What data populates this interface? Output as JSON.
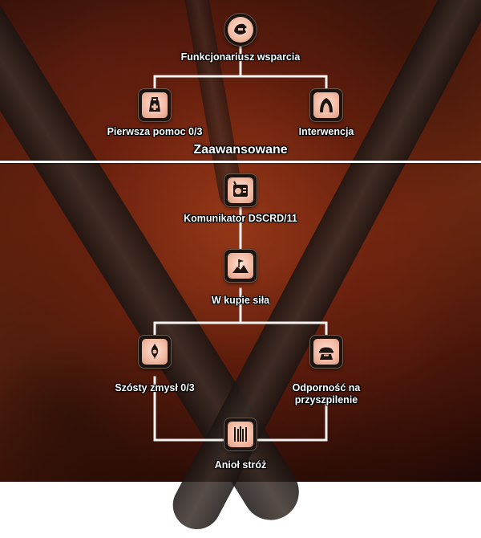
{
  "section_title": "Zaawansowane",
  "skills": {
    "root": {
      "label": "Funkcjonariusz wsparcia",
      "icon": "support-officer-icon"
    },
    "first_aid": {
      "label": "Pierwsza pomoc 0/3",
      "icon": "medkit-backpack-icon"
    },
    "intervention": {
      "label": "Interwencja",
      "icon": "hooded-figure-icon"
    },
    "communicator": {
      "label": "Komunikator DSCRD/11",
      "icon": "radio-communicator-icon"
    },
    "strength_in_unity": {
      "label": "W kupie siła",
      "icon": "flag-summit-icon"
    },
    "sixth_sense": {
      "label": "Szósty zmysł 0/3",
      "icon": "sixth-sense-icon"
    },
    "pin_resistance": {
      "label": "Odporność na\nprzyszpilenie",
      "icon": "helmet-soldier-icon"
    },
    "guardian_angel": {
      "label": "Anioł stróż",
      "icon": "guardian-angel-icon"
    }
  },
  "colors": {
    "line": "#f2f2f2",
    "icon_fill": "#f2b9a2",
    "icon_ink": "#1b1411"
  }
}
